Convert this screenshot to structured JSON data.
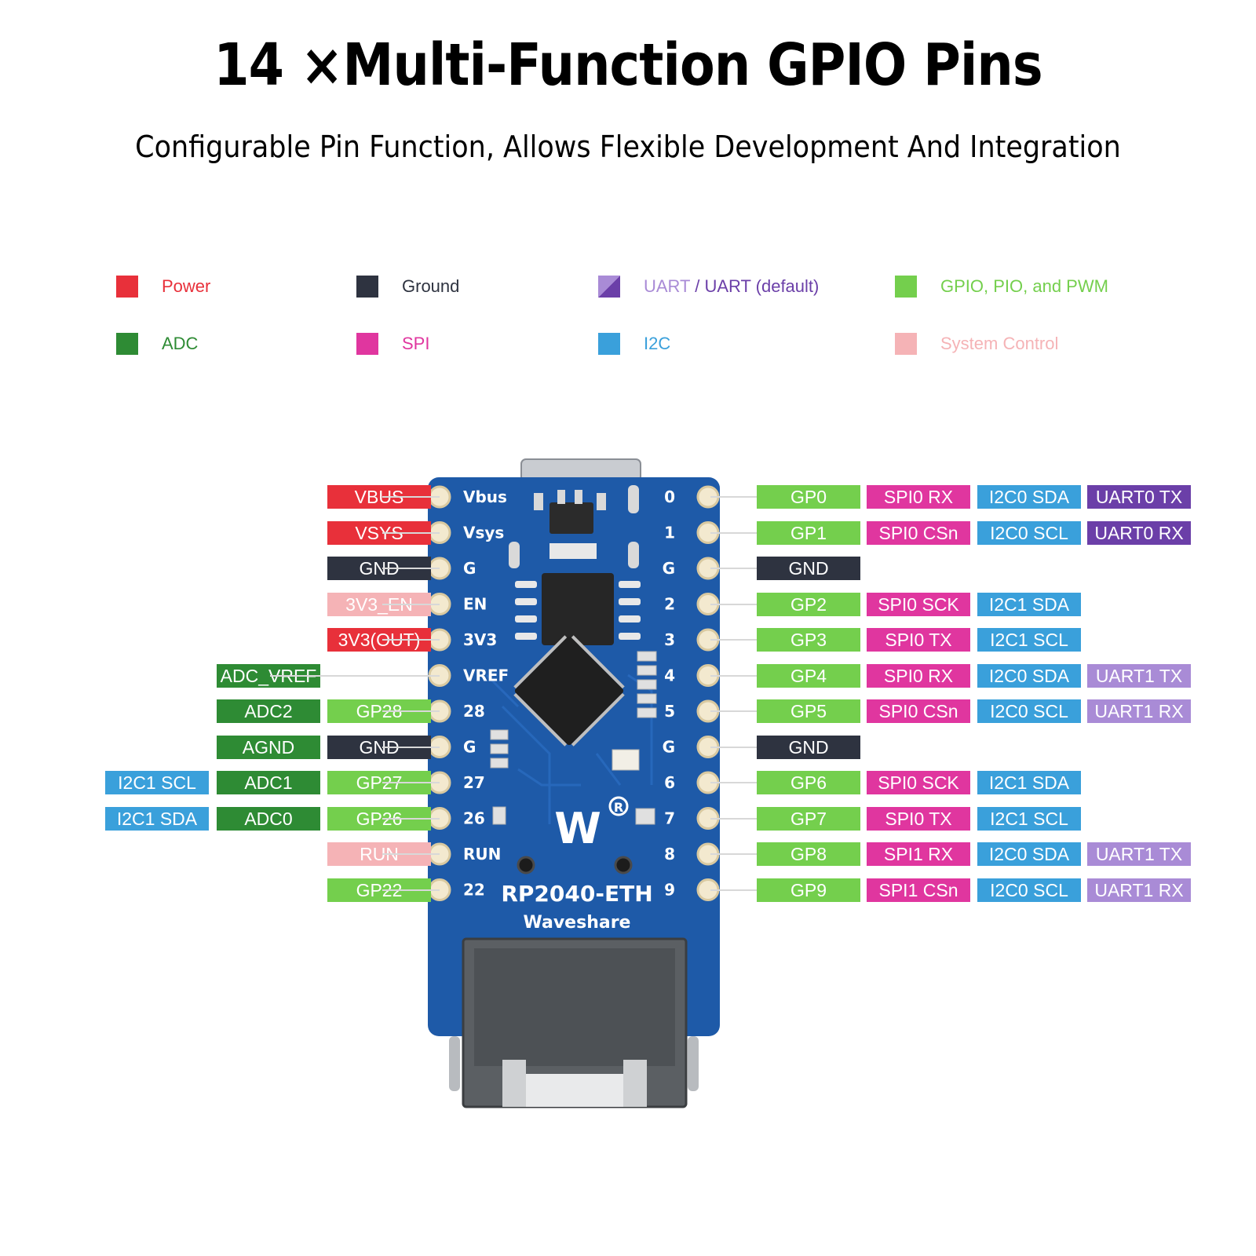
{
  "title": "14 ×Multi-Function GPIO Pins",
  "subtitle": "Configurable Pin Function, Allows Flexible Development And Integration",
  "colors": {
    "power": "#e8303a",
    "ground": "#2e3340",
    "uart": "#6b3fa8",
    "uart_light": "#a98bd6",
    "gpio": "#74cf4d",
    "adc": "#2e8b34",
    "spi": "#e0369f",
    "i2c": "#3aa0db",
    "system": "#f5b3b6",
    "board": "#1e5aa8"
  },
  "legend": [
    {
      "label": "Power",
      "color": "#e8303a",
      "text_color": "#e8303a"
    },
    {
      "label": "Ground",
      "color": "#2e3340",
      "text_color": "#2e3340"
    },
    {
      "label_a": "UART",
      "label_sep": " / ",
      "label_b": "UART (default)",
      "color": "uart-split",
      "text_color": "#6b3fa8"
    },
    {
      "label": "GPIO, PIO, and PWM",
      "color": "#74cf4d",
      "text_color": "#74cf4d"
    },
    {
      "label": "ADC",
      "color": "#2e8b34",
      "text_color": "#2e8b34"
    },
    {
      "label": "SPI",
      "color": "#e0369f",
      "text_color": "#e0369f"
    },
    {
      "label": "I2C",
      "color": "#3aa0db",
      "text_color": "#3aa0db"
    },
    {
      "label": "System Control",
      "color": "#f5b3b6",
      "text_color": "#f5b3b6"
    }
  ],
  "board": {
    "name": "RP2040-ETH",
    "brand": "Waveshare",
    "left_pin_labels": [
      "Vbus",
      "Vsys",
      "G",
      "EN",
      "3V3",
      "VREF",
      "28",
      "G",
      "27",
      "26",
      "RUN",
      "22"
    ],
    "right_pin_labels": [
      "0",
      "1",
      "G",
      "2",
      "3",
      "4",
      "5",
      "G",
      "6",
      "7",
      "8",
      "9"
    ]
  },
  "left_pins": [
    [
      {
        "text": "VBUS",
        "type": "power"
      }
    ],
    [
      {
        "text": "VSYS",
        "type": "power"
      }
    ],
    [
      {
        "text": "GND",
        "type": "ground"
      }
    ],
    [
      {
        "text": "3V3_EN",
        "type": "system"
      }
    ],
    [
      {
        "text": "3V3(OUT)",
        "type": "power"
      }
    ],
    [
      {
        "text": "ADC_VREF",
        "type": "adc"
      }
    ],
    [
      {
        "text": "ADC2",
        "type": "adc"
      },
      {
        "text": "GP28",
        "type": "gpio"
      }
    ],
    [
      {
        "text": "AGND",
        "type": "adc"
      },
      {
        "text": "GND",
        "type": "ground"
      }
    ],
    [
      {
        "text": "I2C1 SCL",
        "type": "i2c"
      },
      {
        "text": "ADC1",
        "type": "adc"
      },
      {
        "text": "GP27",
        "type": "gpio"
      }
    ],
    [
      {
        "text": "I2C1 SDA",
        "type": "i2c"
      },
      {
        "text": "ADC0",
        "type": "adc"
      },
      {
        "text": "GP26",
        "type": "gpio"
      }
    ],
    [
      {
        "text": "RUN",
        "type": "system"
      }
    ],
    [
      {
        "text": "GP22",
        "type": "gpio"
      }
    ]
  ],
  "right_pins": [
    [
      {
        "text": "GP0",
        "type": "gpio"
      },
      {
        "text": "SPI0 RX",
        "type": "spi"
      },
      {
        "text": "I2C0 SDA",
        "type": "i2c"
      },
      {
        "text": "UART0 TX",
        "type": "uart"
      }
    ],
    [
      {
        "text": "GP1",
        "type": "gpio"
      },
      {
        "text": "SPI0 CSn",
        "type": "spi"
      },
      {
        "text": "I2C0 SCL",
        "type": "i2c"
      },
      {
        "text": "UART0 RX",
        "type": "uart"
      }
    ],
    [
      {
        "text": "GND",
        "type": "ground"
      }
    ],
    [
      {
        "text": "GP2",
        "type": "gpio"
      },
      {
        "text": "SPI0 SCK",
        "type": "spi"
      },
      {
        "text": "I2C1 SDA",
        "type": "i2c"
      }
    ],
    [
      {
        "text": "GP3",
        "type": "gpio"
      },
      {
        "text": "SPI0 TX",
        "type": "spi"
      },
      {
        "text": "I2C1 SCL",
        "type": "i2c"
      }
    ],
    [
      {
        "text": "GP4",
        "type": "gpio"
      },
      {
        "text": "SPI0 RX",
        "type": "spi"
      },
      {
        "text": "I2C0 SDA",
        "type": "i2c"
      },
      {
        "text": "UART1 TX",
        "type": "uart_light"
      }
    ],
    [
      {
        "text": "GP5",
        "type": "gpio"
      },
      {
        "text": "SPI0 CSn",
        "type": "spi"
      },
      {
        "text": "I2C0 SCL",
        "type": "i2c"
      },
      {
        "text": "UART1 RX",
        "type": "uart_light"
      }
    ],
    [
      {
        "text": "GND",
        "type": "ground"
      }
    ],
    [
      {
        "text": "GP6",
        "type": "gpio"
      },
      {
        "text": "SPI0 SCK",
        "type": "spi"
      },
      {
        "text": "I2C1 SDA",
        "type": "i2c"
      }
    ],
    [
      {
        "text": "GP7",
        "type": "gpio"
      },
      {
        "text": "SPI0 TX",
        "type": "spi"
      },
      {
        "text": "I2C1 SCL",
        "type": "i2c"
      }
    ],
    [
      {
        "text": "GP8",
        "type": "gpio"
      },
      {
        "text": "SPI1 RX",
        "type": "spi"
      },
      {
        "text": "I2C0 SDA",
        "type": "i2c"
      },
      {
        "text": "UART1 TX",
        "type": "uart_light"
      }
    ],
    [
      {
        "text": "GP9",
        "type": "gpio"
      },
      {
        "text": "SPI1 CSn",
        "type": "spi"
      },
      {
        "text": "I2C0 SCL",
        "type": "i2c"
      },
      {
        "text": "UART1 RX",
        "type": "uart_light"
      }
    ]
  ]
}
